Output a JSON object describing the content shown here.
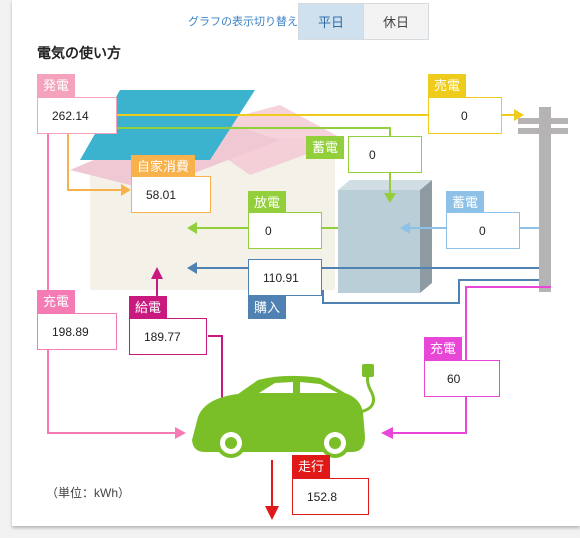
{
  "toggle": {
    "label": "グラフの表示切り替え",
    "weekday": "平日",
    "holiday": "休日",
    "selected": "平日"
  },
  "title": "電気の使い方",
  "nodes": {
    "generation": {
      "label": "発電",
      "value": "262.14",
      "color": "#f5a3bc"
    },
    "self_consumption": {
      "label": "自家消費",
      "value": "58.01",
      "color": "#f7b24c"
    },
    "sale": {
      "label": "売電",
      "value": "0",
      "color": "#efcb1b"
    },
    "storage": {
      "label": "蓄電",
      "value": "0",
      "color": "#92cf3b"
    },
    "discharge": {
      "label": "放電",
      "value": "0",
      "color": "#92cf3b"
    },
    "grid_storage": {
      "label": "蓄電",
      "value": "0",
      "color": "#8ec1e8"
    },
    "purchase": {
      "label": "購入",
      "value": "110.91",
      "color": "#4f82b3"
    },
    "solar_charge": {
      "label": "充電",
      "value": "198.89",
      "color": "#f57bb4"
    },
    "feed": {
      "label": "給電",
      "value": "189.77",
      "color": "#c9197f"
    },
    "grid_charge": {
      "label": "充電",
      "value": "60",
      "color": "#e846d6"
    },
    "driving": {
      "label": "走行",
      "value": "152.8",
      "color": "#e01818"
    }
  },
  "unit": "（単位：kWh）"
}
